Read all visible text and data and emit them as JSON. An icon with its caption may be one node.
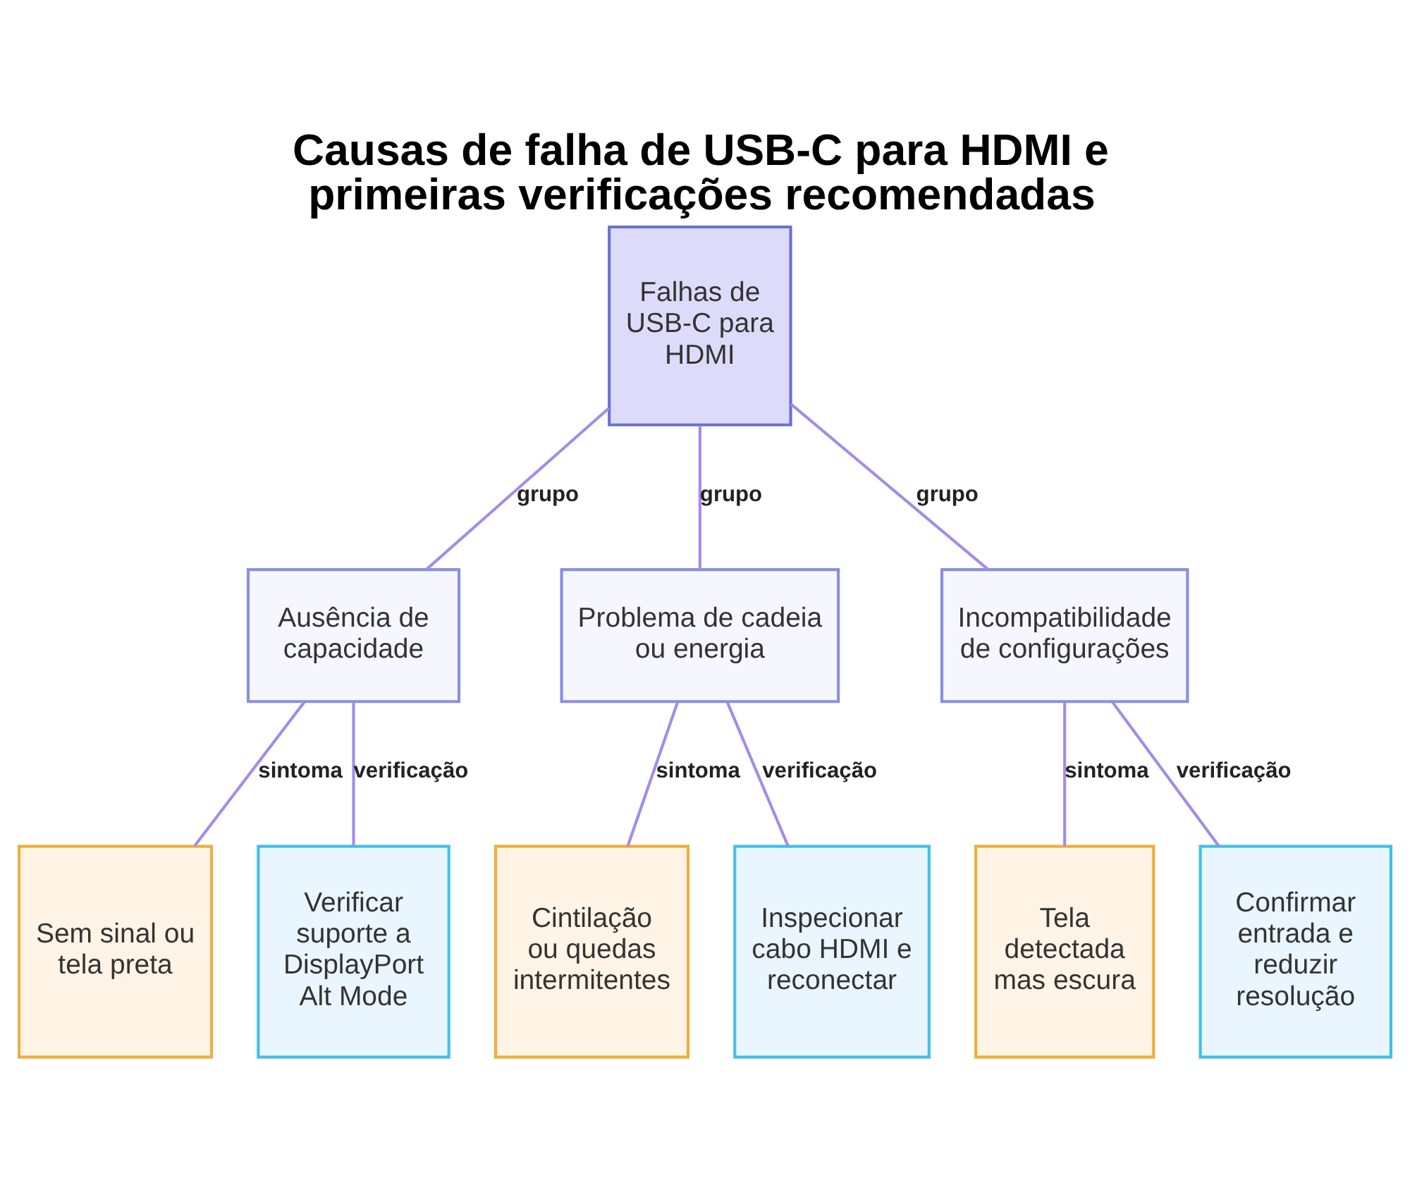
{
  "diagram": {
    "title": "Causas de falha de USB-C para HDMI e primeiras verificações recomendadas",
    "nodes": [
      {
        "text": [
          "Falhas de USB-C para HDMI"
        ]
      },
      {
        "text": [
          "Ausência de capacidade"
        ]
      },
      {
        "text": [
          "Problema de cadeia ou energia"
        ]
      },
      {
        "text": [
          "Incompatibilidade de configurações"
        ]
      },
      {
        "text": [
          "Sem sinal ou tela preta"
        ]
      },
      {
        "text": [
          "Verificar suporte a DisplayPort Alt Mode"
        ]
      },
      {
        "text": [
          "Cintilação ou quedas intermitentes"
        ]
      },
      {
        "text": [
          "Inspecionar cabo HDMI e reconectar"
        ]
      },
      {
        "text": [
          "Tela detectada mas escura"
        ]
      },
      {
        "text": [
          "Confirmar entrada e reduzir resolução"
        ]
      }
    ],
    "edges": [
      {
        "from": 0,
        "to": 1,
        "arrow": "none",
        "label": "grupo"
      },
      {
        "from": 0,
        "to": 2,
        "arrow": "none",
        "label": "grupo"
      },
      {
        "from": 0,
        "to": 3,
        "arrow": "none",
        "label": "grupo"
      },
      {
        "from": 1,
        "to": 4,
        "arrow": "none",
        "label": "sintoma"
      },
      {
        "from": 1,
        "to": 5,
        "arrow": "none",
        "label": "verificação"
      },
      {
        "from": 2,
        "to": 6,
        "arrow": "none",
        "label": "sintoma"
      },
      {
        "from": 2,
        "to": 7,
        "arrow": "none",
        "label": "verificação"
      },
      {
        "from": 3,
        "to": 8,
        "arrow": "none",
        "label": "sintoma"
      },
      {
        "from": 3,
        "to": 9,
        "arrow": "none",
        "label": "verificação"
      }
    ]
  }
}
